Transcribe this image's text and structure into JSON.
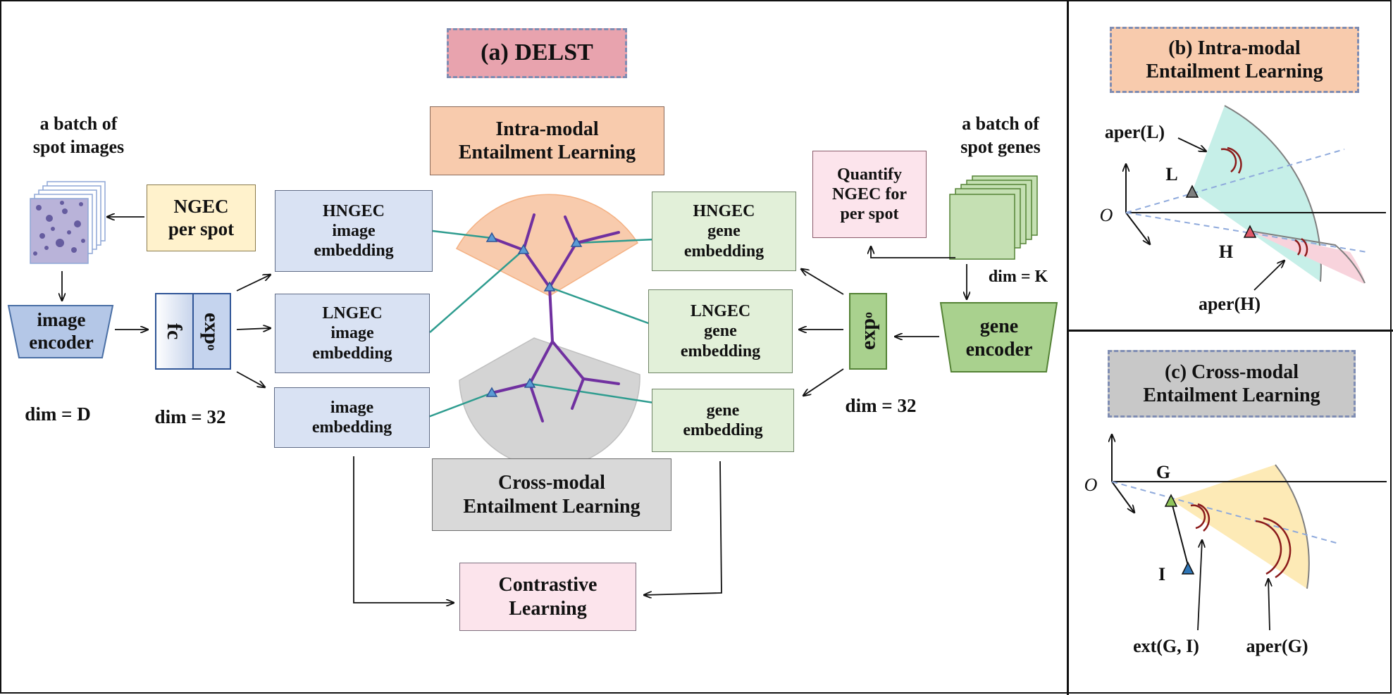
{
  "panel_a": {
    "title": "(a) DELST",
    "batch_images_label": "a batch of\nspot images",
    "batch_genes_label": "a batch of\nspot genes",
    "ngec_box": "NGEC\nper spot",
    "image_encoder": "image\nencoder",
    "gene_encoder": "gene\nencoder",
    "fc_label": "fc",
    "exp_label": "exp",
    "exp_sub": "o",
    "dim_d": "dim = D",
    "dim_32_left": "dim = 32",
    "dim_32_right": "dim = 32",
    "dim_k": "dim = K",
    "hngec_image": "HNGEC\nimage\nembedding",
    "lngec_image": "LNGEC\nimage\nembedding",
    "image_embedding": "image\nembedding",
    "hngec_gene": "HNGEC\ngene\nembedding",
    "lngec_gene": "LNGEC\ngene\nembedding",
    "gene_embedding": "gene\nembedding",
    "quantify_box": "Quantify\nNGEC for\nper spot",
    "intra_modal_box": "Intra-modal\nEntailment Learning",
    "cross_modal_box": "Cross-modal\nEntailment Learning",
    "contrastive_box": "Contrastive\nLearning"
  },
  "panel_b": {
    "title": "(b) Intra-modal\nEntailment Learning",
    "origin": "O",
    "point_l": "L",
    "point_h": "H",
    "aper_l": "aper(L)",
    "aper_h": "aper(H)"
  },
  "panel_c": {
    "title": "(c) Cross-modal\nEntailment Learning",
    "origin": "O",
    "point_g": "G",
    "point_i": "I",
    "ext_gi": "ext(G, I)",
    "aper_g": "aper(G)"
  },
  "colors": {
    "title_a_bg": "#e8a3ae",
    "title_b_bg": "#f8cbad",
    "title_c_bg": "#c8c8c8",
    "intra_fill": "#f8cbad",
    "cross_fill": "#d4d4d4",
    "tree_purple": "#7030a0",
    "link_teal": "#2e9c8f",
    "node_blue": "#5b9bd5",
    "aper_l_fill": "#c6efe8",
    "aper_h_fill": "#f8d3dc",
    "aper_g_fill": "#fdeab6",
    "arc_red": "#8b1a1a"
  }
}
